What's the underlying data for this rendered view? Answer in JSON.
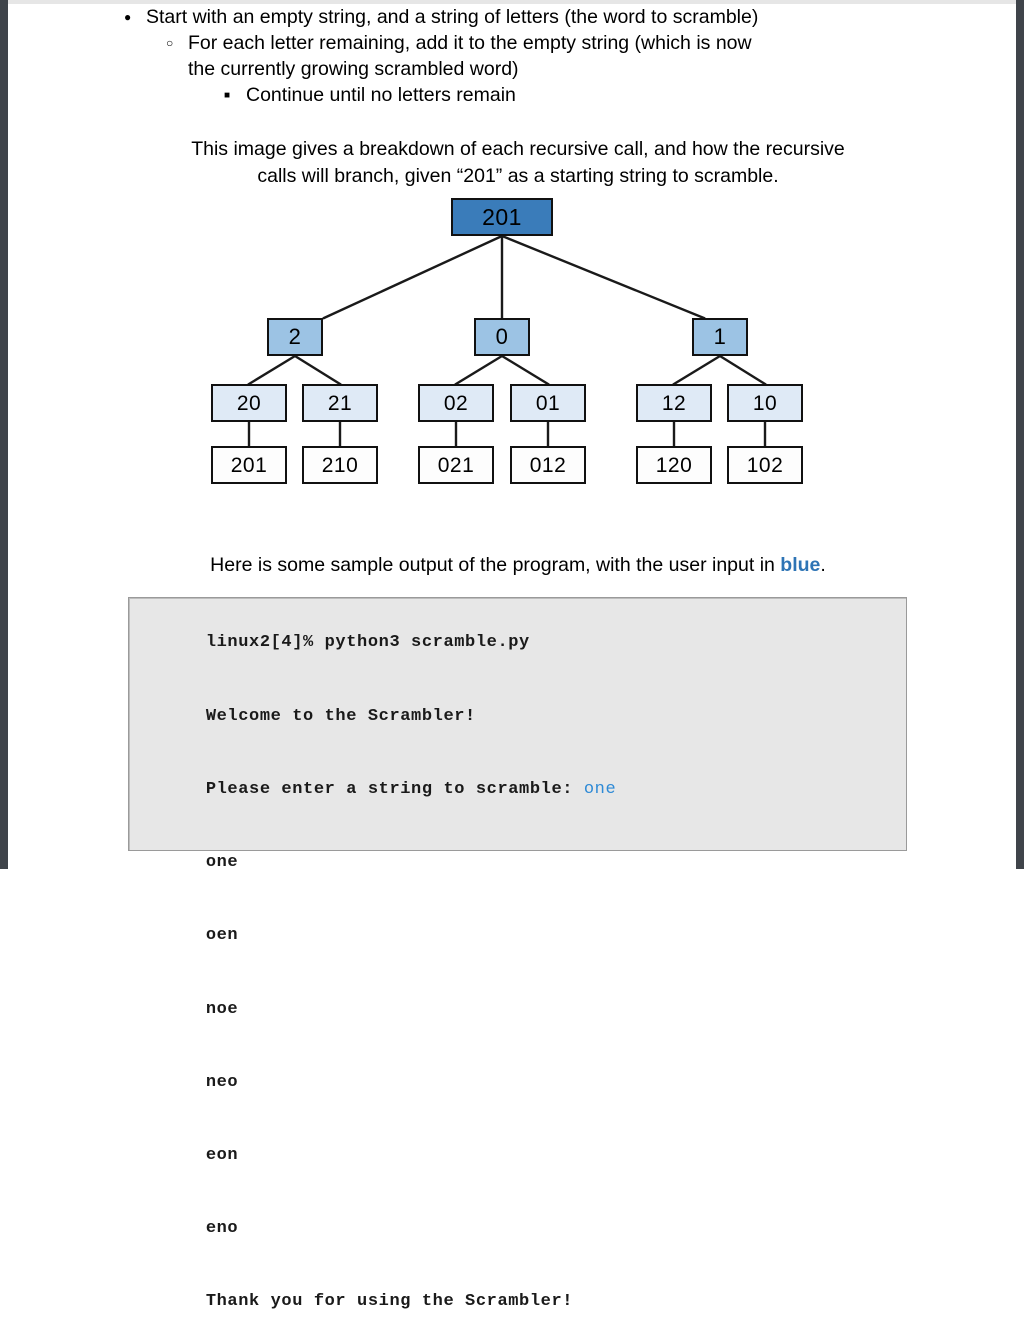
{
  "bullets": [
    {
      "level": 1,
      "marker": "disc-bullet",
      "text": "Start with an empty string, and a string of letters (the word to scramble)"
    },
    {
      "level": 2,
      "marker": "circle-bullet",
      "text": "For each letter remaining, add it to the empty string (which is now",
      "continuation": "the currently growing scrambled word)"
    },
    {
      "level": 3,
      "marker": "square-bullet",
      "text": "Continue until no letters remain"
    }
  ],
  "intro": {
    "line1": "This image gives a breakdown of each recursive call, and how the recursive",
    "line2": "calls will branch, given “201” as a starting string to scramble."
  },
  "tree": {
    "root": {
      "label": "201"
    },
    "level2": [
      {
        "label": "2"
      },
      {
        "label": "0"
      },
      {
        "label": "1"
      }
    ],
    "level3": [
      {
        "label": "20"
      },
      {
        "label": "21"
      },
      {
        "label": "02"
      },
      {
        "label": "01"
      },
      {
        "label": "12"
      },
      {
        "label": "10"
      }
    ],
    "leaves": [
      {
        "label": "201"
      },
      {
        "label": "210"
      },
      {
        "label": "021"
      },
      {
        "label": "012"
      },
      {
        "label": "120"
      },
      {
        "label": "102"
      }
    ],
    "colors": {
      "root_fill": "#3a7cba",
      "level2_fill": "#9cc3e4",
      "level3_fill": "#dfeaf6",
      "leaf_fill": "#fdfdfd",
      "border": "#111111",
      "edge": "#1a1a1a"
    }
  },
  "caption": {
    "before": "Here is some sample output of the program, with the user input in ",
    "highlight": "blue",
    "after": ".",
    "highlight_color": "#2e74b5"
  },
  "terminal": {
    "lines": [
      {
        "text": "linux2[4]% python3 scramble.py",
        "input": ""
      },
      {
        "text": "Welcome to the Scrambler!",
        "input": ""
      },
      {
        "text": "Please enter a string to scramble: ",
        "input": "one"
      },
      {
        "text": "one",
        "input": ""
      },
      {
        "text": "oen",
        "input": ""
      },
      {
        "text": "noe",
        "input": ""
      },
      {
        "text": "neo",
        "input": ""
      },
      {
        "text": "eon",
        "input": ""
      },
      {
        "text": "eno",
        "input": ""
      },
      {
        "text": "Thank you for using the Scrambler!",
        "input": ""
      }
    ],
    "input_color": "#2e8ad6",
    "background": "#e7e7e7"
  }
}
